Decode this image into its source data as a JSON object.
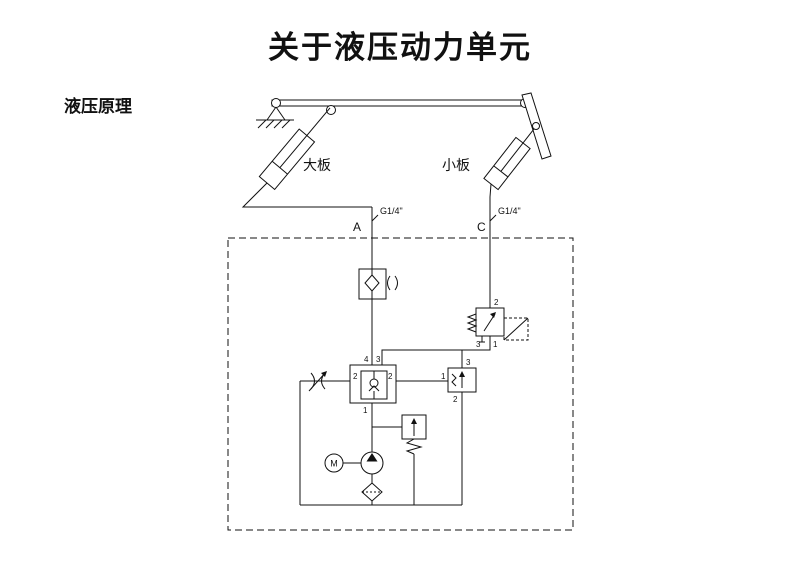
{
  "page": {
    "title": "关于液压动力单元",
    "section_label": "液压原理"
  },
  "diagram": {
    "labels": {
      "big_plate": "大板",
      "small_plate": "小板"
    },
    "lines": {
      "a_id": "A",
      "a_port": "G1/4\"",
      "c_id": "C",
      "c_port": "G1/4\""
    },
    "ports": {
      "sv_top": "2",
      "sv_bottom_left": "3",
      "sv_bottom_right": "1",
      "blk_top_left": "4",
      "blk_top_right": "3",
      "blk_left": "2",
      "blk_right": "2",
      "blk_bottom": "1",
      "seq_top": "3",
      "seq_left": "1",
      "seq_bottom": "2",
      "motor": "M"
    }
  }
}
